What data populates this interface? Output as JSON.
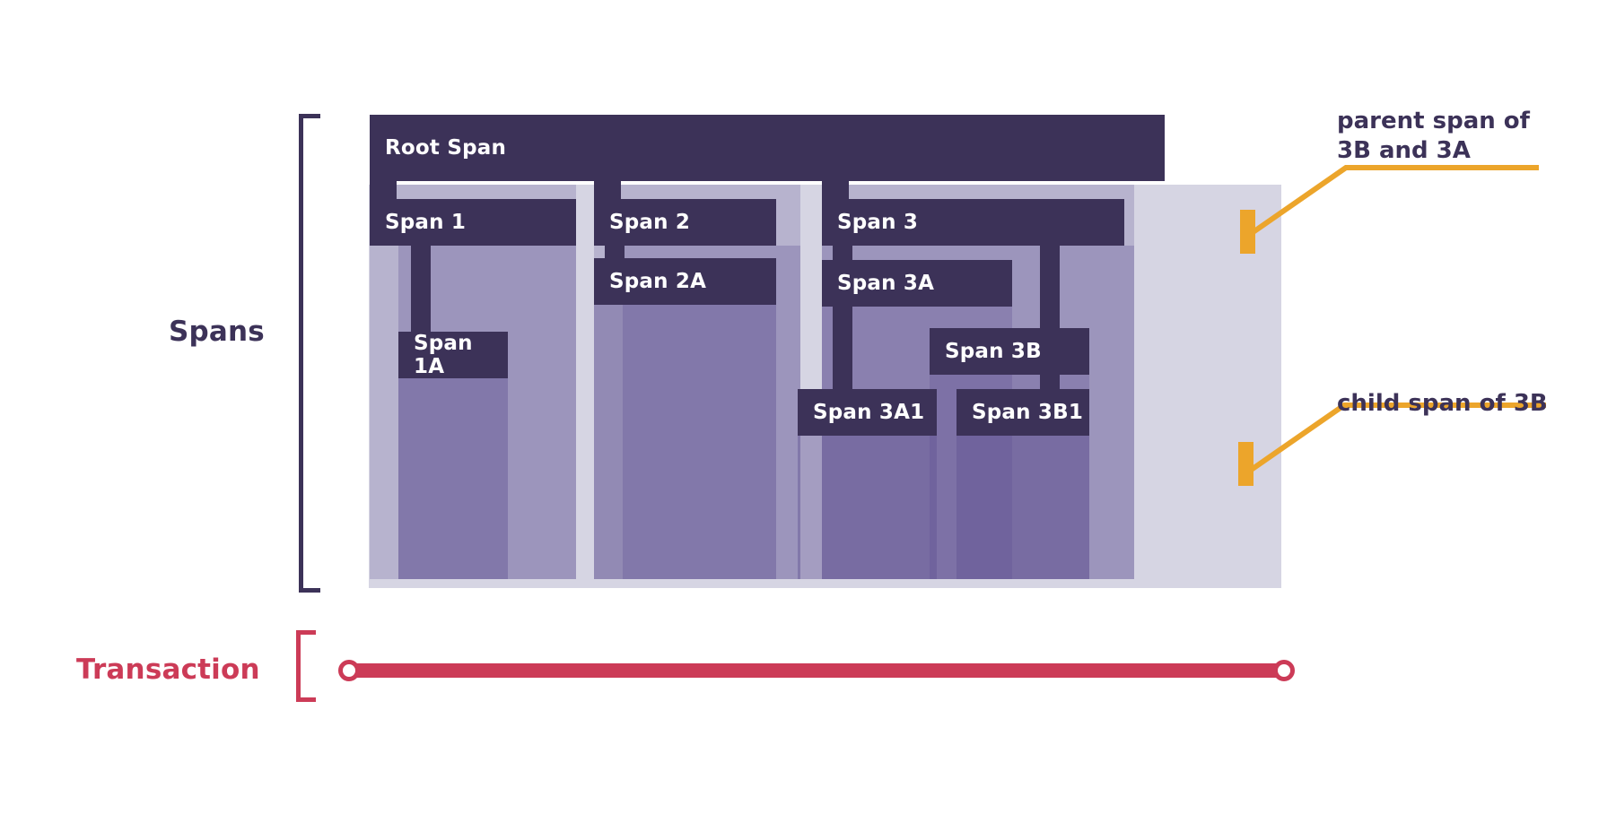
{
  "diagram": {
    "title_labels": {
      "spans": "Spans",
      "transaction": "Transaction"
    },
    "colors": {
      "span_bar": "#3c3258",
      "panel": "#d6d5e3",
      "highlight": "#eca52b",
      "transaction": "#cc3b57",
      "text_dark": "#3c3258",
      "text_light": "#ffffff"
    },
    "spans": [
      {
        "id": "root",
        "label": "Root Span",
        "parent": null,
        "depth": 0
      },
      {
        "id": "s1",
        "label": "Span 1",
        "parent": "root",
        "depth": 1
      },
      {
        "id": "s1a",
        "label": "Span 1A",
        "parent": "s1",
        "depth": 2
      },
      {
        "id": "s2",
        "label": "Span 2",
        "parent": "root",
        "depth": 1
      },
      {
        "id": "s2a",
        "label": "Span 2A",
        "parent": "s2",
        "depth": 2
      },
      {
        "id": "s3",
        "label": "Span 3",
        "parent": "root",
        "depth": 1
      },
      {
        "id": "s3a",
        "label": "Span 3A",
        "parent": "s3",
        "depth": 2
      },
      {
        "id": "s3a1",
        "label": "Span 3A1",
        "parent": "s3a",
        "depth": 3
      },
      {
        "id": "s3b",
        "label": "Span 3B",
        "parent": "s3",
        "depth": 2
      },
      {
        "id": "s3b1",
        "label": "Span 3B1",
        "parent": "s3b",
        "depth": 3
      }
    ],
    "annotations": [
      {
        "id": "ann-parent",
        "text": "parent span of\n3B and 3A",
        "target": "s3"
      },
      {
        "id": "ann-child",
        "text": "child span of 3B",
        "target": "s3b1"
      }
    ]
  }
}
